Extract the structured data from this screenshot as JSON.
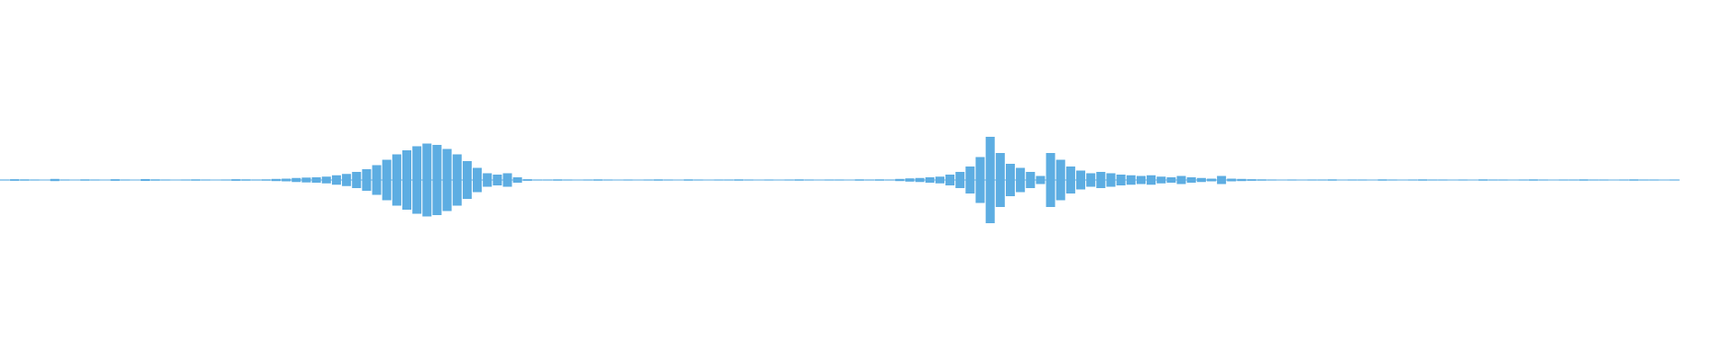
{
  "waveform": {
    "color": "#5dade2",
    "background": "#ffffff",
    "samples": [
      0.004,
      0.006,
      0.005,
      0.004,
      0.003,
      0.008,
      0.004,
      0.003,
      0.005,
      0.004,
      0.003,
      0.006,
      0.004,
      0.003,
      0.007,
      0.005,
      0.004,
      0.003,
      0.004,
      0.005,
      0.004,
      0.003,
      0.004,
      0.006,
      0.005,
      0.004,
      0.005,
      0.008,
      0.01,
      0.015,
      0.018,
      0.02,
      0.025,
      0.035,
      0.045,
      0.06,
      0.08,
      0.11,
      0.15,
      0.19,
      0.22,
      0.25,
      0.27,
      0.26,
      0.23,
      0.19,
      0.14,
      0.09,
      0.05,
      0.04,
      0.05,
      0.02,
      0.006,
      0.004,
      0.004,
      0.005,
      0.004,
      0.003,
      0.004,
      0.005,
      0.004,
      0.003,
      0.004,
      0.003,
      0.004,
      0.005,
      0.004,
      0.003,
      0.005,
      0.004,
      0.003,
      0.004,
      0.004,
      0.005,
      0.004,
      0.003,
      0.004,
      0.003,
      0.004,
      0.005,
      0.004,
      0.003,
      0.004,
      0.004,
      0.003,
      0.005,
      0.004,
      0.005,
      0.004,
      0.008,
      0.012,
      0.015,
      0.02,
      0.025,
      0.04,
      0.06,
      0.1,
      0.17,
      0.32,
      0.2,
      0.12,
      0.09,
      0.06,
      0.03,
      0.2,
      0.15,
      0.1,
      0.07,
      0.05,
      0.06,
      0.05,
      0.04,
      0.035,
      0.03,
      0.035,
      0.025,
      0.02,
      0.03,
      0.02,
      0.015,
      0.01,
      0.03,
      0.01,
      0.008,
      0.006,
      0.005,
      0.004,
      0.003,
      0.004,
      0.003,
      0.004,
      0.004,
      0.005,
      0.003,
      0.004,
      0.004,
      0.003,
      0.005,
      0.004,
      0.003,
      0.004,
      0.005,
      0.004,
      0.004,
      0.003,
      0.004,
      0.003,
      0.005,
      0.004,
      0.004,
      0.003,
      0.004,
      0.005,
      0.004,
      0.003,
      0.004,
      0.004,
      0.005,
      0.004,
      0.004,
      0.003,
      0.004,
      0.005,
      0.004,
      0.004,
      0.003,
      0.004
    ]
  }
}
